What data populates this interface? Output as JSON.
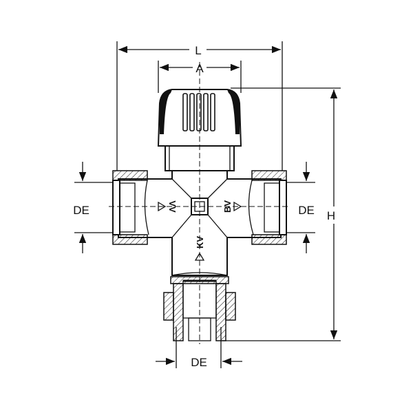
{
  "dimensions": {
    "overall_length": "L",
    "knob_width": "A",
    "height": "H",
    "left_connection": "DE",
    "right_connection": "DE",
    "bottom_connection": "DE"
  },
  "port_labels": {
    "left": "VV",
    "right": "BV",
    "bottom": "KV"
  },
  "colors": {
    "line": "#111111",
    "background": "#ffffff"
  }
}
